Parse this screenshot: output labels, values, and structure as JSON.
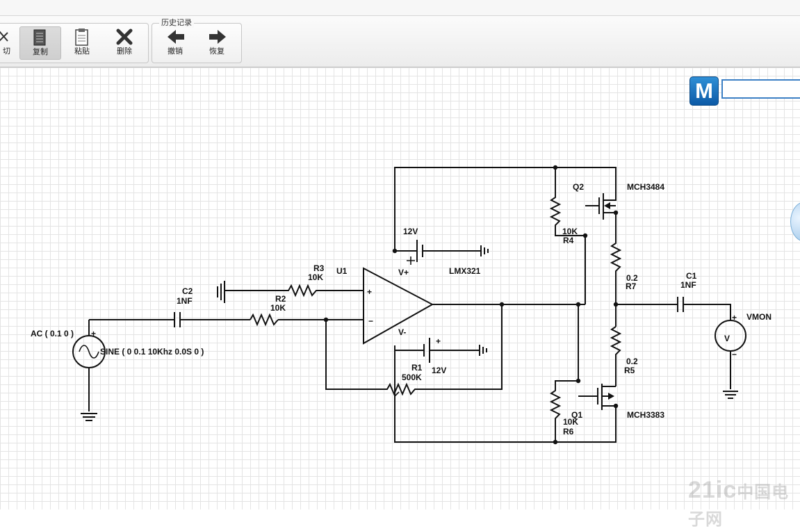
{
  "toolbar": {
    "edit_buttons": [
      {
        "label": "切",
        "icon": "cut-icon"
      },
      {
        "label": "复制",
        "icon": "copy-icon"
      },
      {
        "label": "粘贴",
        "icon": "paste-icon"
      },
      {
        "label": "删除",
        "icon": "delete-icon"
      }
    ],
    "history_group_title": "历史记录",
    "history_buttons": [
      {
        "label": "撤销",
        "icon": "undo-arrow-icon"
      },
      {
        "label": "恢复",
        "icon": "redo-arrow-icon"
      }
    ]
  },
  "brand": {
    "logo_letter": "M",
    "accent": "#1a6fbf"
  },
  "search": {
    "value": ""
  },
  "watermark": {
    "text_latin": "21ic",
    "text_cn": "中国电子网"
  },
  "schematic": {
    "source": {
      "label": "AC ( 0.1 0 )",
      "func": "SINE ( 0 0.1 10Khz 0.0S 0 )"
    },
    "c2": {
      "ref": "C2",
      "value": "1NF"
    },
    "r2": {
      "ref": "R2",
      "value": "10K"
    },
    "r3": {
      "ref": "R3",
      "value": "10K"
    },
    "u1": {
      "ref": "U1",
      "part": "LMX321",
      "vplus": "V+",
      "vminus": "V-",
      "plus": "+",
      "minus": "−"
    },
    "vpos": {
      "value": "12V"
    },
    "vneg": {
      "value": "12V"
    },
    "r1": {
      "ref": "R1",
      "value": "500K"
    },
    "q2": {
      "ref": "Q2",
      "part": "MCH3484"
    },
    "r4": {
      "ref": "R4",
      "value": "10K"
    },
    "r7": {
      "ref": "R7",
      "value": "0.2"
    },
    "c1": {
      "ref": "C1",
      "value": "1NF"
    },
    "vmon": {
      "ref": "VMON",
      "symbol": "V"
    },
    "r5": {
      "ref": "R5",
      "value": "0.2"
    },
    "q1": {
      "ref": "Q1",
      "part": "MCH3383"
    },
    "r6": {
      "ref": "R6",
      "value": "10K"
    }
  }
}
